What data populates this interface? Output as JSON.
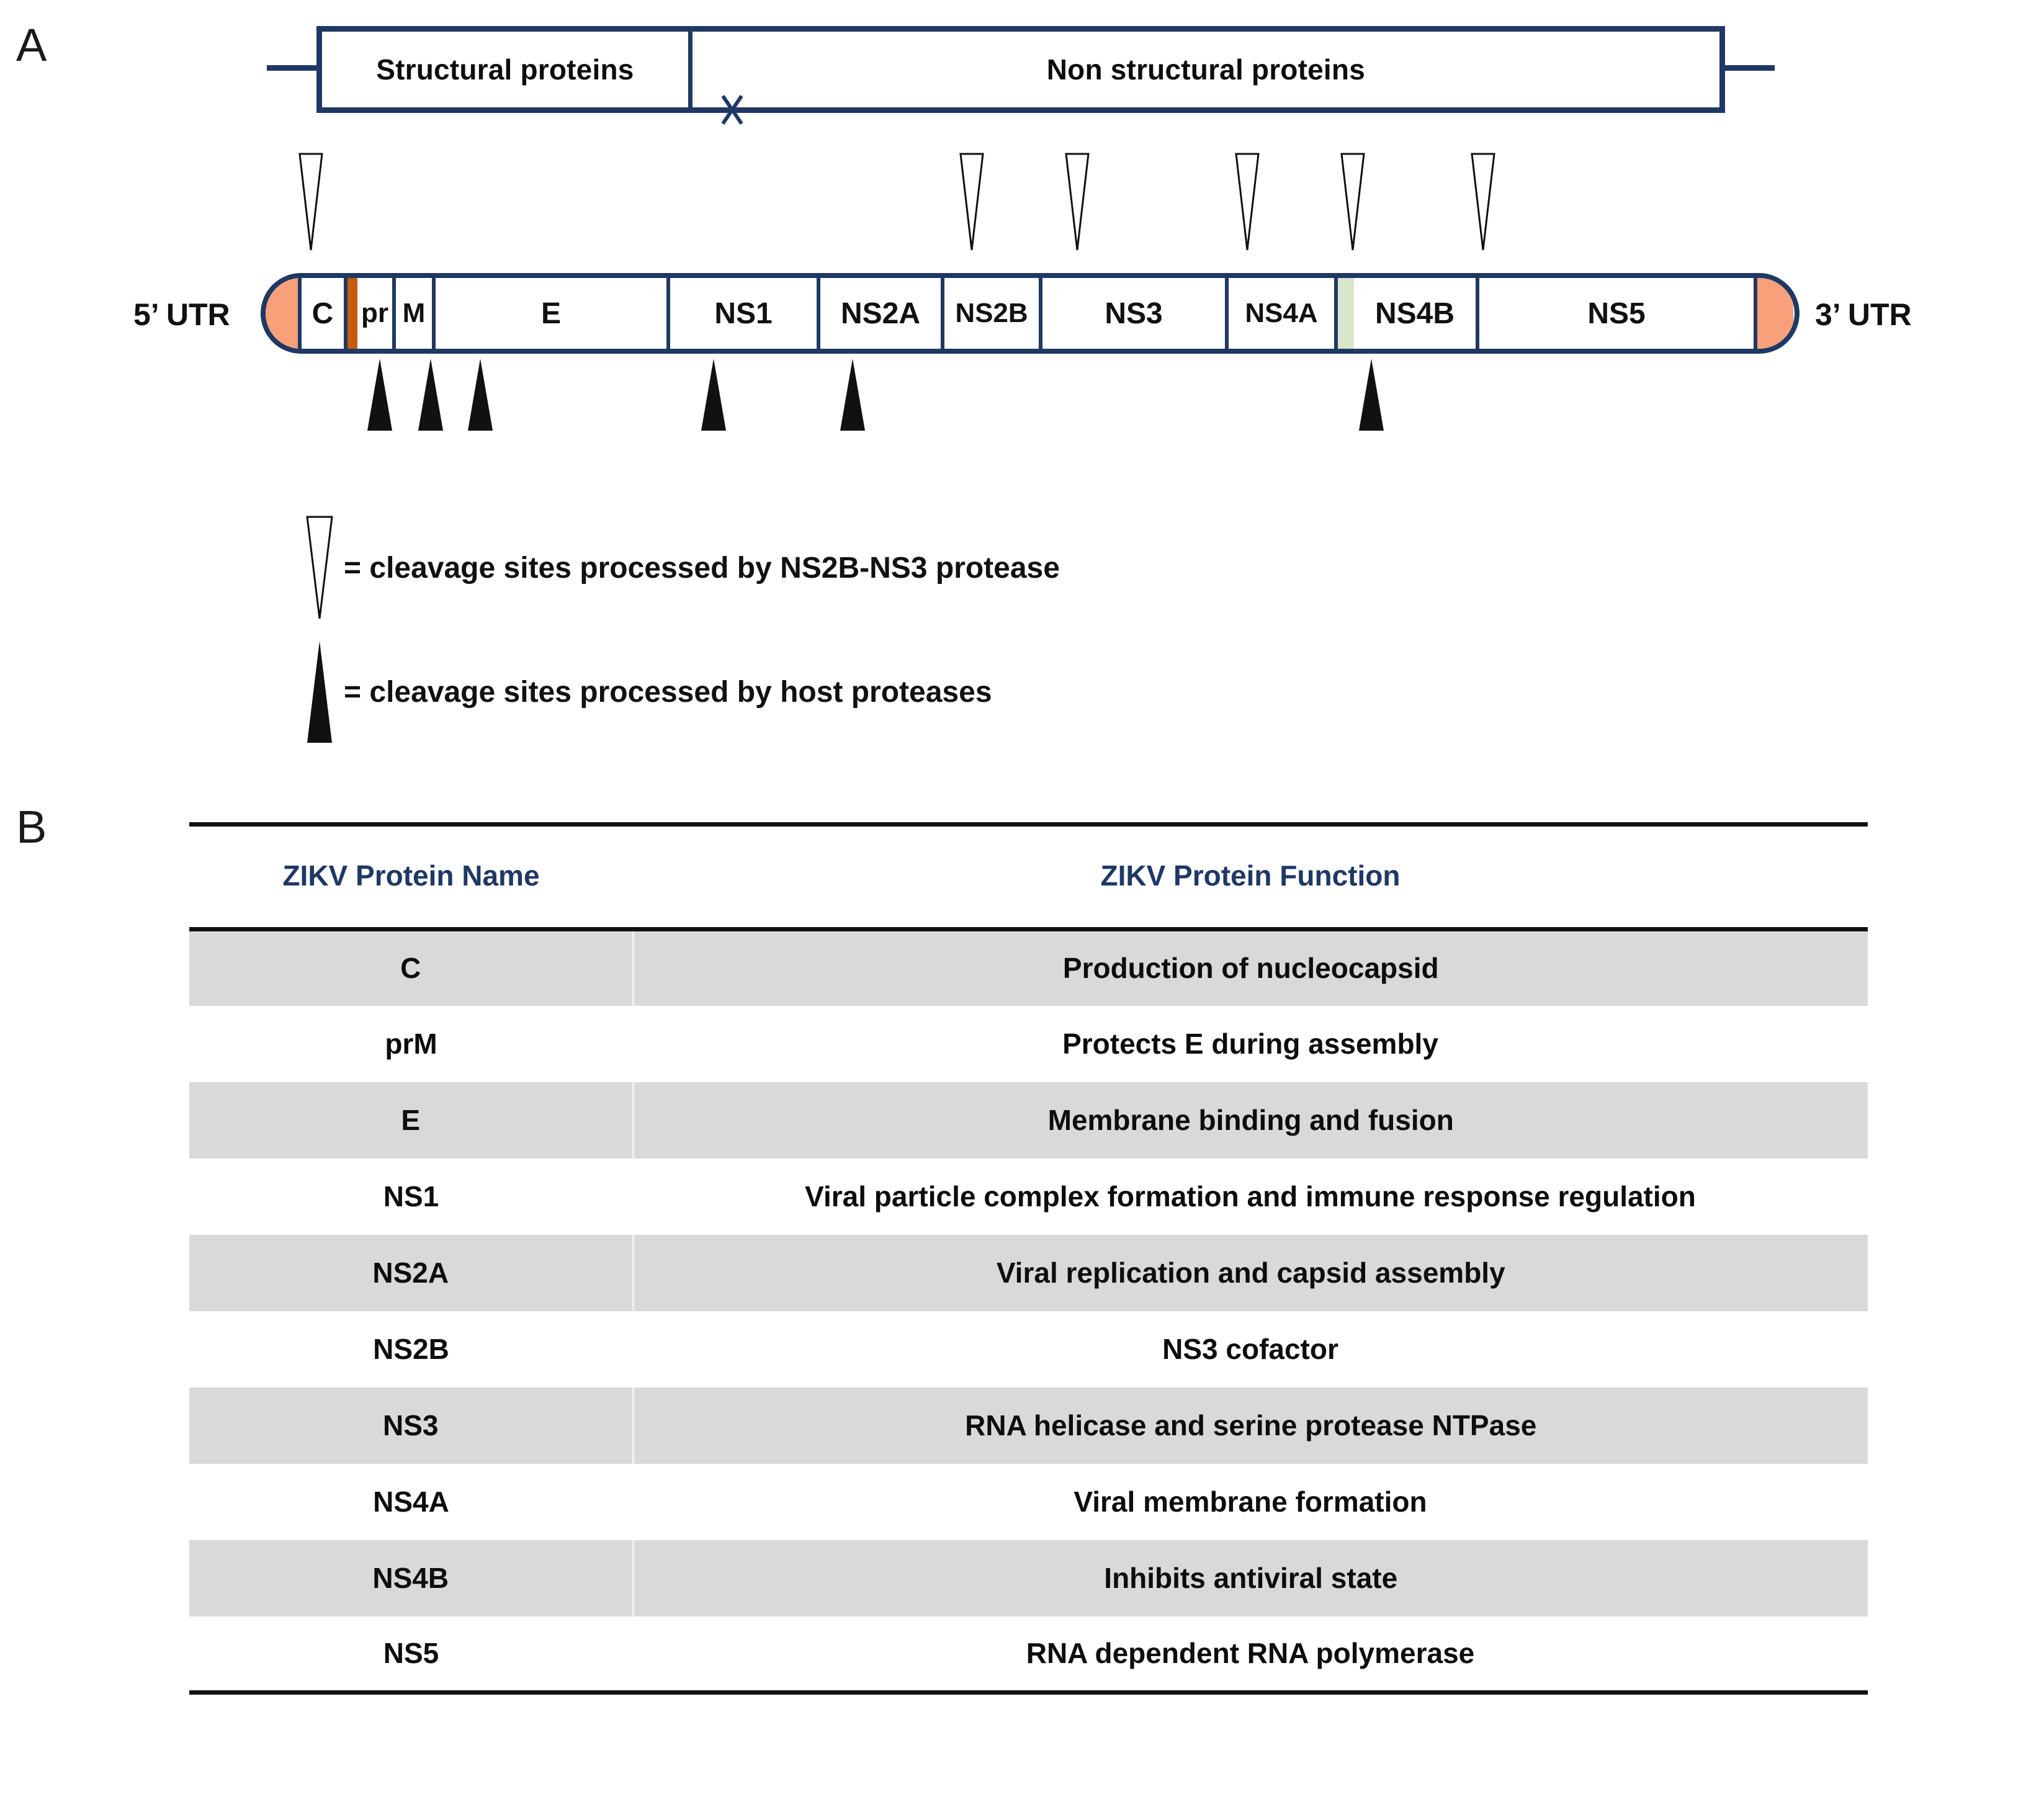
{
  "panels": {
    "a_label": "A",
    "b_label": "B"
  },
  "genome_diagram": {
    "orf": {
      "structural_label": "Structural proteins",
      "nonstructural_label": "Non structural proteins"
    },
    "utr_left": "5’ UTR",
    "utr_right": "3’ UTR",
    "segments": [
      {
        "label": "",
        "kind": "cap"
      },
      {
        "label": "C",
        "kind": "gene"
      },
      {
        "label": "",
        "kind": "stripe-orange"
      },
      {
        "label": "pr",
        "kind": "gene"
      },
      {
        "label": "M",
        "kind": "gene"
      },
      {
        "label": "E",
        "kind": "gene"
      },
      {
        "label": "NS1",
        "kind": "gene"
      },
      {
        "label": "NS2A",
        "kind": "gene"
      },
      {
        "label": "NS2B",
        "kind": "gene"
      },
      {
        "label": "NS3",
        "kind": "gene"
      },
      {
        "label": "NS4A",
        "kind": "gene"
      },
      {
        "label": "",
        "kind": "stripe-green"
      },
      {
        "label": "NS4B",
        "kind": "gene"
      },
      {
        "label": "NS5",
        "kind": "gene"
      },
      {
        "label": "",
        "kind": "cap-end"
      }
    ],
    "legend": [
      {
        "icon": "white-triangle-icon",
        "text": "= cleavage sites processed by NS2B-NS3 protease"
      },
      {
        "icon": "black-triangle-icon",
        "text": "= cleavage sites processed by host proteases"
      }
    ],
    "colors": {
      "outline_navy": "#1F3864",
      "utr_cap": "#F8A07A",
      "anchor_stripe": "#C55A11",
      "peptide_2k_stripe": "#D9E6CC",
      "header_blue": "#1F3864",
      "row_shade": "#D9D9D9"
    }
  },
  "protein_table": {
    "headers": [
      "ZIKV Protein Name",
      "ZIKV Protein Function"
    ],
    "rows": [
      {
        "name": "C",
        "function": "Production of nucleocapsid"
      },
      {
        "name": "prM",
        "function": "Protects E during assembly"
      },
      {
        "name": "E",
        "function": "Membrane binding and fusion"
      },
      {
        "name": "NS1",
        "function": "Viral particle complex formation and immune response regulation"
      },
      {
        "name": "NS2A",
        "function": "Viral replication and capsid assembly"
      },
      {
        "name": "NS2B",
        "function": "NS3 cofactor"
      },
      {
        "name": "NS3",
        "function": "RNA helicase and serine protease NTPase"
      },
      {
        "name": "NS4A",
        "function": "Viral membrane formation"
      },
      {
        "name": "NS4B",
        "function": "Inhibits antiviral state"
      },
      {
        "name": "NS5",
        "function": "RNA dependent RNA polymerase"
      }
    ]
  }
}
